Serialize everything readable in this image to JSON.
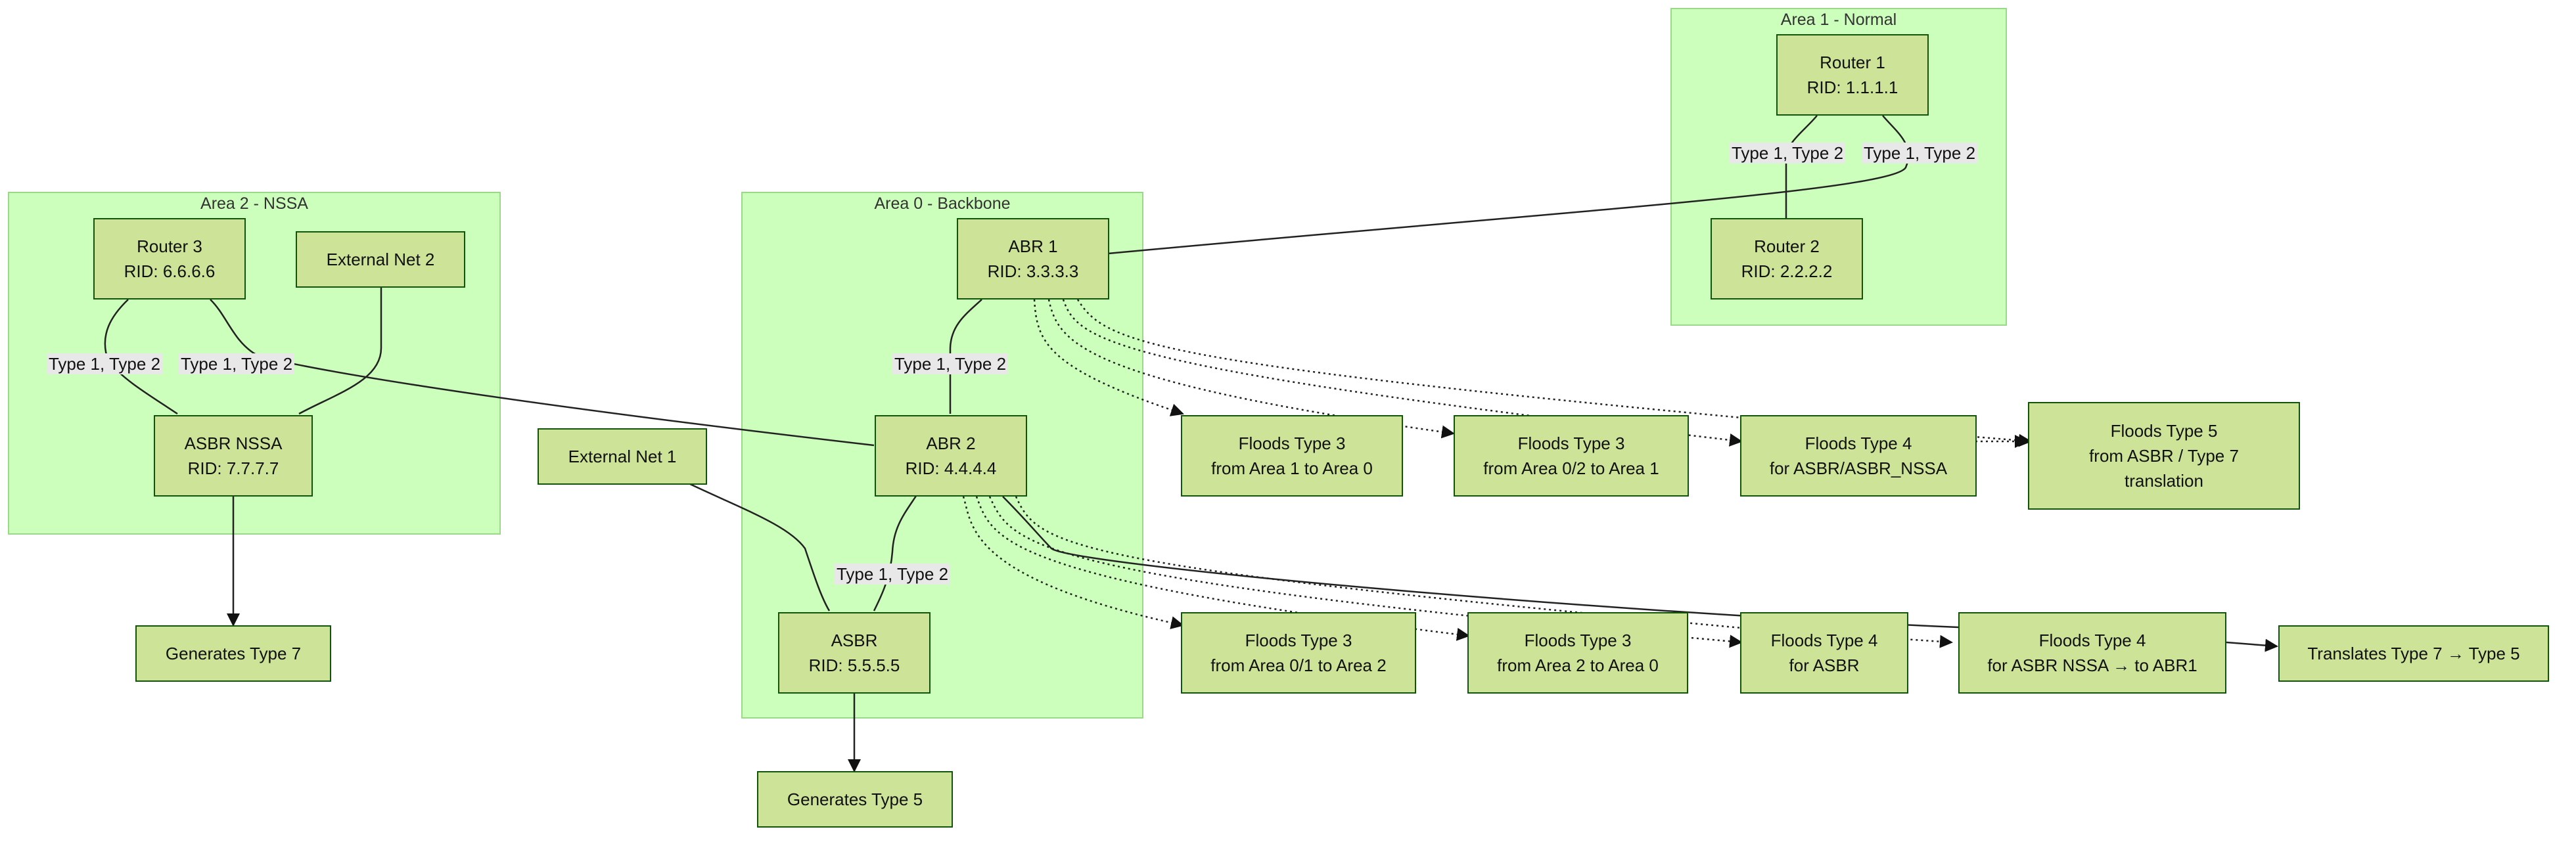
{
  "areas": {
    "area1": "Area 1 - Normal",
    "area2": "Area 2 - NSSA",
    "area0": "Area 0 - Backbone"
  },
  "nodes": {
    "router1": [
      "Router 1",
      "RID: 1.1.1.1"
    ],
    "router2": [
      "Router 2",
      "RID: 2.2.2.2"
    ],
    "router3": [
      "Router 3",
      "RID: 6.6.6.6"
    ],
    "extnet2": [
      "External Net 2"
    ],
    "asbr_nssa": [
      "ASBR NSSA",
      "RID: 7.7.7.7"
    ],
    "gen7": [
      "Generates Type 7"
    ],
    "extnet1": [
      "External Net 1"
    ],
    "abr1": [
      "ABR 1",
      "RID: 3.3.3.3"
    ],
    "abr2": [
      "ABR 2",
      "RID: 4.4.4.4"
    ],
    "asbr": [
      "ASBR",
      "RID: 5.5.5.5"
    ],
    "gen5": [
      "Generates Type 5"
    ],
    "f3_a1a0": [
      "Floods Type 3",
      "from Area 1 to Area 0"
    ],
    "f3_a02a1": [
      "Floods Type 3",
      "from Area 0/2 to Area 1"
    ],
    "f4_asbrnssa": [
      "Floods Type 4",
      "for ASBR/ASBR_NSSA"
    ],
    "f5": [
      "Floods Type 5",
      "from ASBR / Type 7",
      "translation"
    ],
    "f3_a01a2": [
      "Floods Type 3",
      "from Area 0/1 to Area 2"
    ],
    "f3_a2a0": [
      "Floods Type 3",
      "from Area 2 to Area 0"
    ],
    "f4_asbr": [
      "Floods Type 4",
      "for ASBR"
    ],
    "f4_nssa_abr1": [
      "Floods Type 4",
      "for ASBR NSSA → to ABR1"
    ],
    "translate": [
      "Translates Type 7 → Type 5"
    ]
  },
  "edge_labels": {
    "r1_r2": "Type 1, Type 2",
    "r1_abr1": "Type 1, Type 2",
    "r3_asbrnssa": "Type 1, Type 2",
    "r3_abr2": "Type 1, Type 2",
    "abr1_abr2": "Type 1, Type 2",
    "abr2_asbr": "Type 1, Type 2"
  }
}
